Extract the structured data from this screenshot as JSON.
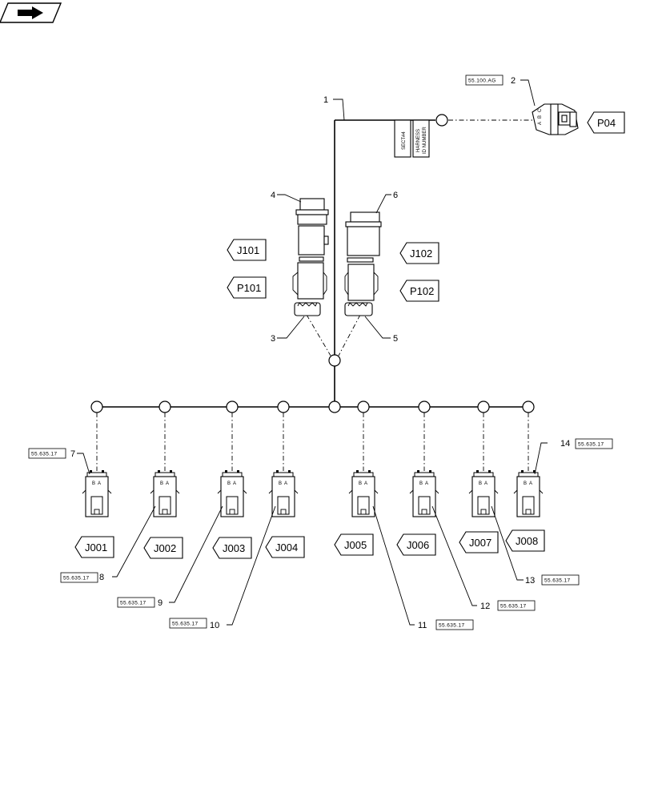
{
  "connectors": {
    "J101": "J101",
    "P101": "P101",
    "J102": "J102",
    "P102": "P102",
    "P04": "P04",
    "J001": "J001",
    "J002": "J002",
    "J003": "J003",
    "J004": "J004",
    "J005": "J005",
    "J006": "J006",
    "J007": "J007",
    "J008": "J008"
  },
  "item_numbers": {
    "n1": "1",
    "n2": "2",
    "n3": "3",
    "n4": "4",
    "n5": "5",
    "n6": "6",
    "n7": "7",
    "n8": "8",
    "n9": "9",
    "n10": "10",
    "n11": "11",
    "n12": "12",
    "n13": "13",
    "n14": "14"
  },
  "references": {
    "r2": "55.100.AG",
    "r7": "55.635.17",
    "r8": "55.635.17",
    "r9": "55.635.17",
    "r10": "55.635.17",
    "r11": "55.635.17",
    "r12": "55.635.17",
    "r13": "55.635.17",
    "r14": "55.635.17"
  },
  "labels": {
    "sect": "SECT#4",
    "harness_line1": "HARNESS",
    "harness_line2": "ID NUMBER"
  },
  "pins": {
    "a": "A",
    "b": "B",
    "c": "C"
  },
  "icons": {
    "nav": "next-page-arrow-icon"
  }
}
